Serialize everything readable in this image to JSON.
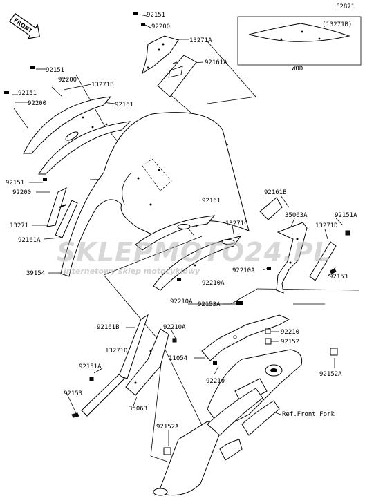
{
  "figure_code": "F2871",
  "front_marker": "FRONT",
  "wod_box": {
    "part_ref": "(13271B)",
    "caption": "WOD"
  },
  "watermark": {
    "brand": "SKLEPMOTO24.PL",
    "tagline": "internetowy sklep motocyklowy"
  },
  "labels": {
    "l_92151_top": "92151",
    "l_92200_top": "92200",
    "l_13271A": "13271A",
    "l_92161A_top": "92161A",
    "l_92151_a": "92151",
    "l_92200_a": "92200",
    "l_13271B": "13271B",
    "l_92151_b": "92151",
    "l_92161_top": "92161",
    "l_92200_b": "92200",
    "l_92151_c": "92151",
    "l_92200_c": "92200",
    "l_13271": "13271",
    "l_92161A_left": "92161A",
    "l_39154": "39154",
    "l_92161_mid": "92161",
    "l_13271C": "13271C",
    "l_92161B_top": "92161B",
    "l_35063A": "35063A",
    "l_92151A_right": "92151A",
    "l_13271D_right": "13271D",
    "l_92210A_a": "92210A",
    "l_92210A_b": "92210A",
    "l_92210A_c": "92210A",
    "l_92153_right": "92153",
    "l_92210A_d": "92210A",
    "l_92153A": "92153A",
    "l_92161B_low": "92161B",
    "l_92210": "92210",
    "l_92152": "92152",
    "l_13271D_low": "13271D",
    "l_11054": "11054",
    "l_92210_low": "92210",
    "l_92151A_low": "92151A",
    "l_92152A_right": "92152A",
    "l_92153_low": "92153",
    "l_35063": "35063",
    "l_ref_fork": "Ref.Front Fork",
    "l_92152A_low": "92152A"
  }
}
